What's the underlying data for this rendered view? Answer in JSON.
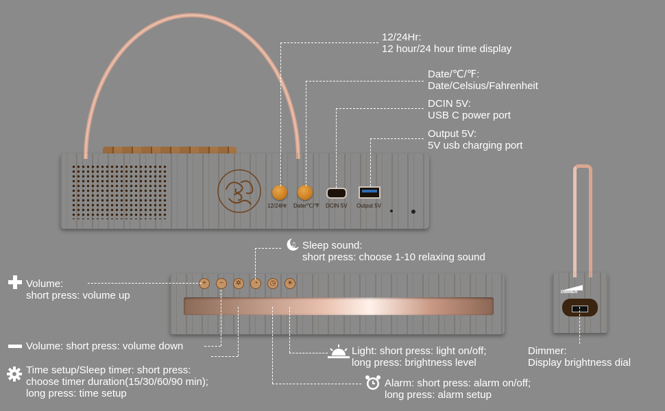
{
  "callouts": {
    "hour_mode": {
      "title": "12/24Hr:",
      "desc": "12 hour/24 hour time display"
    },
    "date_temp": {
      "title": "Date/℃/℉:",
      "desc": "Date/Celsius/Fahrenheit"
    },
    "dcin": {
      "title": "DCIN 5V:",
      "desc": "USB C power port"
    },
    "output": {
      "title": "Output 5V:",
      "desc": "5V usb charging port"
    },
    "sleep_sound": {
      "title": "Sleep sound:",
      "desc": "short press: choose 1-10 relaxing sound"
    },
    "volume_up": {
      "title": "Volume:",
      "desc": "short press: volume up"
    },
    "volume_down": {
      "text": "Volume: short press: volume down"
    },
    "time_setup": {
      "line1": "Time setup/Sleep timer: short press:",
      "line2": "choose timer duration(15/30/60/90 min);",
      "line3": "long press:  time setup"
    },
    "light": {
      "line1": "Light: short press: light on/off;",
      "line2": "long press: brightness level"
    },
    "alarm": {
      "line1": "Alarm: short press: alarm on/off;",
      "line2": "long press: alarm setup"
    },
    "dimmer": {
      "title": "Dimmer:",
      "desc": "Display brightness dial"
    }
  },
  "device_labels": {
    "port_1224": "12/24Hr",
    "port_date": "Date/℃/℉",
    "port_dcin": "DCIN 5V",
    "port_output": "Output 5V",
    "dimmer_label": "DIMMER"
  },
  "icons": {
    "sleep_sound": "moon-note-icon",
    "volume_up": "plus-icon",
    "volume_down": "minus-icon",
    "time_setup": "gear-icon",
    "light": "sunrise-icon",
    "alarm": "alarm-clock-icon"
  },
  "colors": {
    "background": "#8a8a8a",
    "knob": "#c97d1f",
    "handle": "#d9a690"
  }
}
